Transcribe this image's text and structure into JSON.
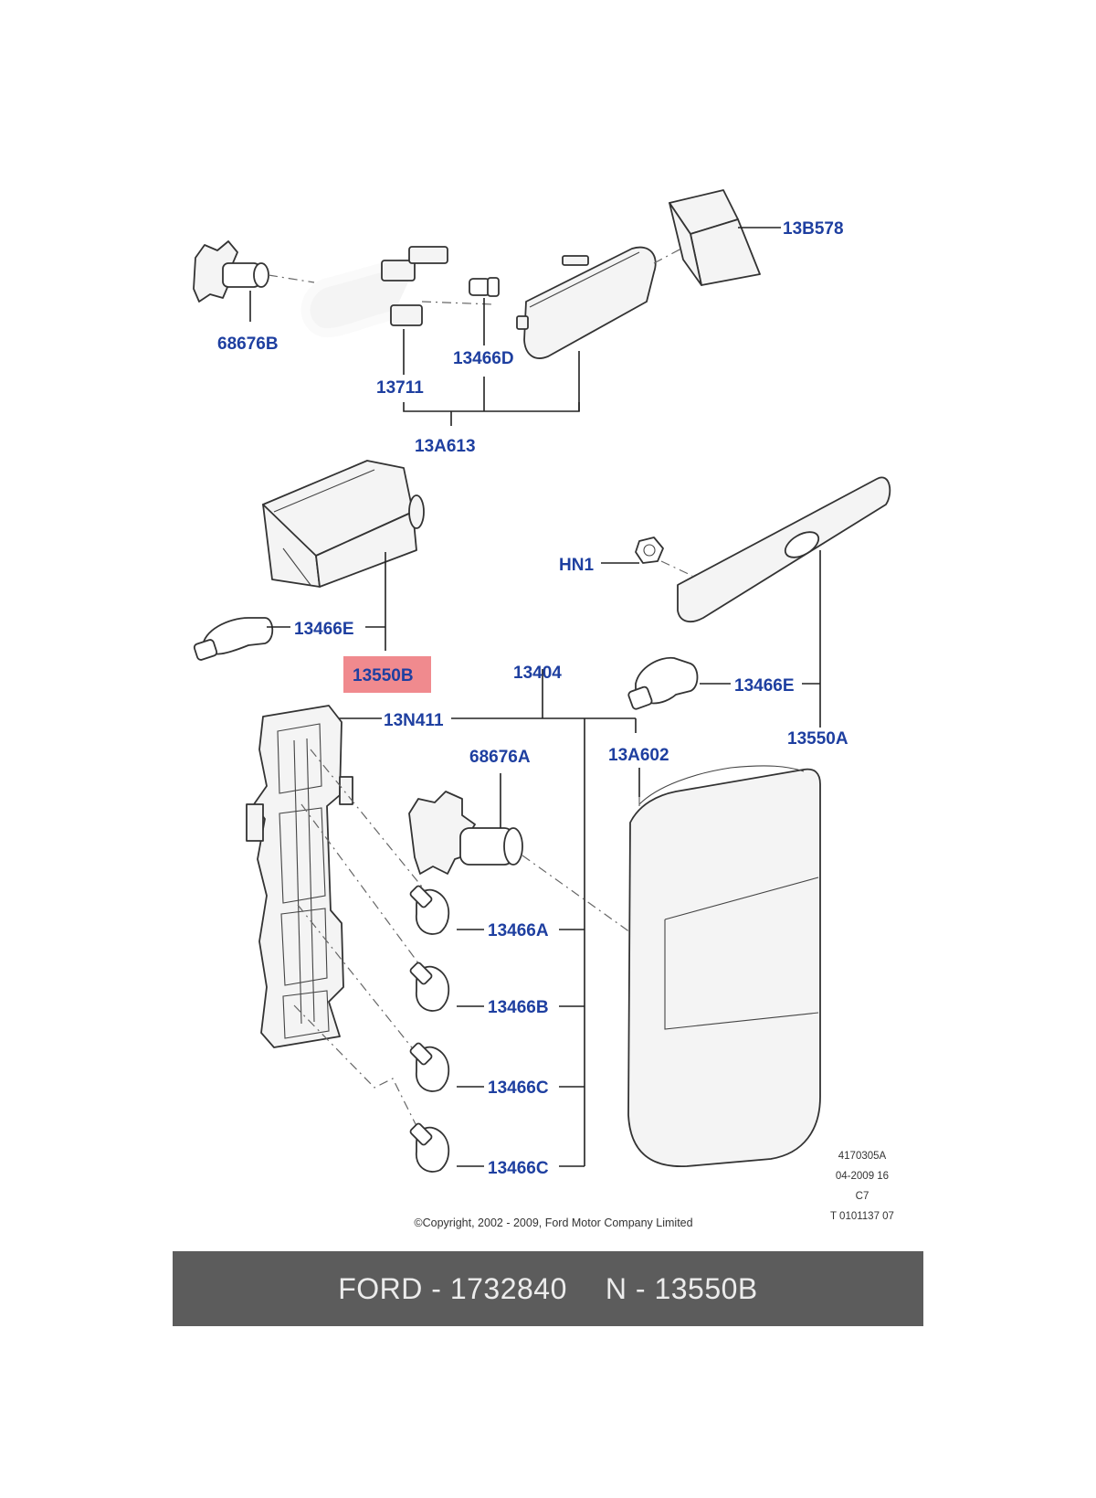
{
  "labels": {
    "p13B578": "13B578",
    "p68676B": "68676B",
    "p13466D": "13466D",
    "p13711": "13711",
    "p13A613": "13A613",
    "pHN1": "HN1",
    "p13466E_left": "13466E",
    "p13550B": "13550B",
    "p13404": "13404",
    "p13466E_right": "13466E",
    "p13N411": "13N411",
    "p68676A": "68676A",
    "p13A602": "13A602",
    "p13550A": "13550A",
    "p13466A": "13466A",
    "p13466B": "13466B",
    "p13466C_1": "13466C",
    "p13466C_2": "13466C"
  },
  "highlight_color": "#f08a8e",
  "label_color": "#1e3fa0",
  "ref_codes": [
    "4170305A",
    "04-2009 16",
    "C7",
    "T 0101137 07"
  ],
  "copyright": "©Copyright, 2002 - 2009, Ford Motor Company Limited",
  "footer": {
    "left": "FORD - 1732840",
    "right": "N - 13550B",
    "background": "#5c5c5c"
  }
}
